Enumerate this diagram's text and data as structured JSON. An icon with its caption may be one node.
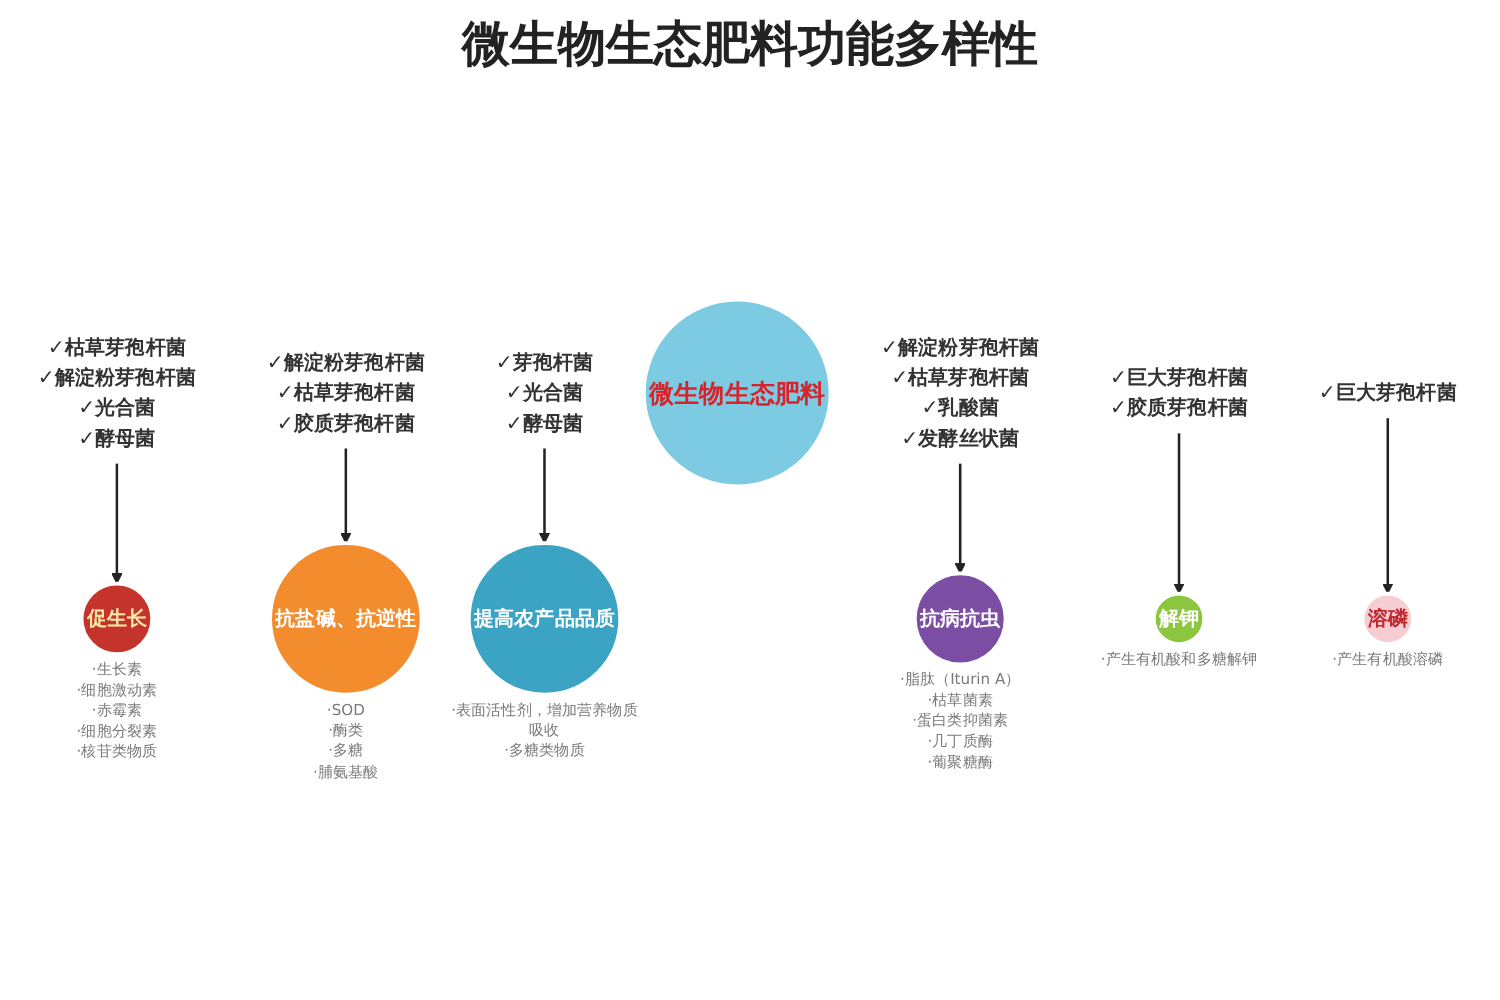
{
  "diagram": {
    "title": "微生物生态肥料功能多样性",
    "nodes": [
      {
        "text": [
          "微生物生态肥料"
        ]
      },
      {
        "text": [
          "溶磷"
        ],
        "beside": [
          "·产生有机酸溶磷"
        ]
      },
      {
        "text": [
          "解钾"
        ],
        "beside": [
          "·产生有机酸和多糖解钾"
        ]
      },
      {
        "text": [
          "抗病抗虫"
        ],
        "beside": [
          "·脂肽（Iturin A）",
          "·枯草菌素",
          "·蛋白类抑菌素",
          "·几丁质酶",
          "·葡聚糖酶"
        ]
      },
      {
        "text": [
          "提高农产品品质"
        ],
        "beside": [
          "·表面活性剂，增加营养物质吸收",
          "·多糖类物质"
        ]
      },
      {
        "text": [
          "抗盐碱、抗逆性"
        ],
        "beside": [
          "·SOD",
          "·酶类",
          "·多糖",
          "·脯氨基酸"
        ]
      },
      {
        "text": [
          "促生长"
        ],
        "beside": [
          "·生长素",
          "·细胞激动素",
          "·赤霉素",
          "·细胞分裂素",
          "·核苷类物质"
        ]
      },
      {
        "text": [
          "✓枯草芽孢杆菌",
          "✓解淀粉芽孢杆菌",
          "✓光合菌",
          "✓酵母菌"
        ]
      },
      {
        "text": [
          "✓巨大芽孢杆菌"
        ]
      },
      {
        "text": [
          "✓巨大芽孢杆菌",
          "✓胶质芽孢杆菌"
        ]
      },
      {
        "text": [
          "✓解淀粉芽孢杆菌",
          "✓枯草芽孢杆菌",
          "✓胶质芽孢杆菌"
        ]
      },
      {
        "text": [
          "✓芽孢杆菌",
          "✓光合菌",
          "✓酵母菌"
        ]
      },
      {
        "text": [
          "✓解淀粉芽孢杆菌",
          "✓枯草芽孢杆菌",
          "✓乳酸菌",
          "✓发酵丝状菌"
        ]
      }
    ],
    "edges": [
      {
        "from": 7,
        "to": 6,
        "arrow": "to"
      },
      {
        "from": 8,
        "to": 1,
        "arrow": "to"
      },
      {
        "from": 9,
        "to": 2,
        "arrow": "to"
      },
      {
        "from": 10,
        "to": 5,
        "arrow": "to"
      },
      {
        "from": 11,
        "to": 4,
        "arrow": "to"
      },
      {
        "from": 12,
        "to": 3,
        "arrow": "to"
      }
    ]
  }
}
